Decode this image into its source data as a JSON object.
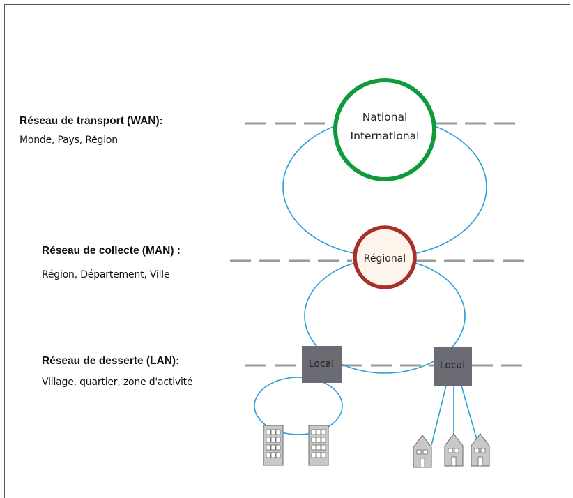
{
  "tiers": [
    {
      "title": "Réseau de transport  (WAN):",
      "subtitle": "Monde, Pays, Région"
    },
    {
      "title": "Réseau de collecte (MAN) :",
      "subtitle": "Région, Département, Ville"
    },
    {
      "title": "Réseau de desserte (LAN):",
      "subtitle": "Village, quartier, zone d'activité"
    }
  ],
  "nodes": {
    "national": {
      "line1": "National",
      "line2": "International"
    },
    "regional": {
      "label": "Régional"
    },
    "local_left": {
      "label": "Local"
    },
    "local_right": {
      "label": "Local"
    }
  },
  "colors": {
    "national_ring": "#119a3a",
    "regional_ring": "#a8302c",
    "regional_fill": "#fdf5ec",
    "link": "#2a9fd6",
    "dash": "#9a9a9a",
    "local_box": "#6b6b73",
    "building": "#c8c8c8"
  },
  "icons": {
    "office_buildings": [
      "office-building-icon",
      "office-building-icon"
    ],
    "houses": [
      "house-icon",
      "house-icon",
      "house-icon"
    ]
  }
}
